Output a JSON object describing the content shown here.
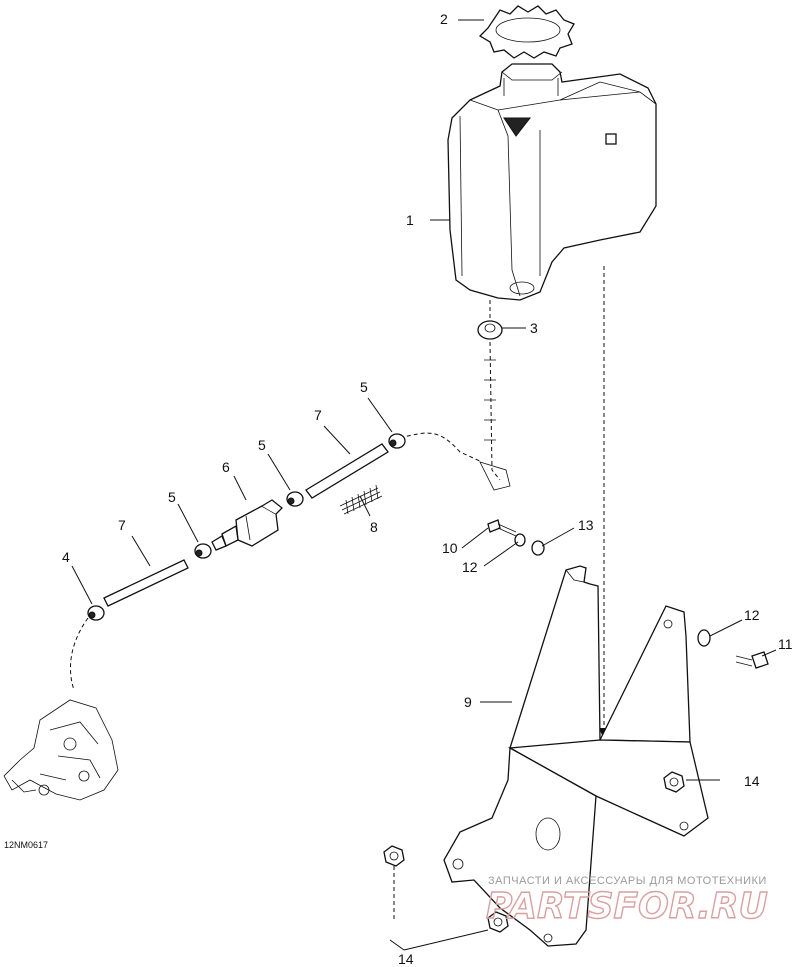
{
  "diagram": {
    "drawing_code": "12NM0617",
    "callouts": {
      "c1": "1",
      "c2": "2",
      "c3": "3",
      "c4": "4",
      "c5a": "5",
      "c5b": "5",
      "c5c": "5",
      "c6": "6",
      "c7a": "7",
      "c7b": "7",
      "c8": "8",
      "c9": "9",
      "c10": "10",
      "c11": "11",
      "c12a": "12",
      "c12b": "12",
      "c13": "13",
      "c14a": "14",
      "c14b": "14"
    }
  },
  "watermark": {
    "tagline": "ЗАПЧАСТИ И АКСЕССУАРЫ ДЛЯ МОТОТЕХНИКИ",
    "logo": "PARTSFOR.RU"
  }
}
